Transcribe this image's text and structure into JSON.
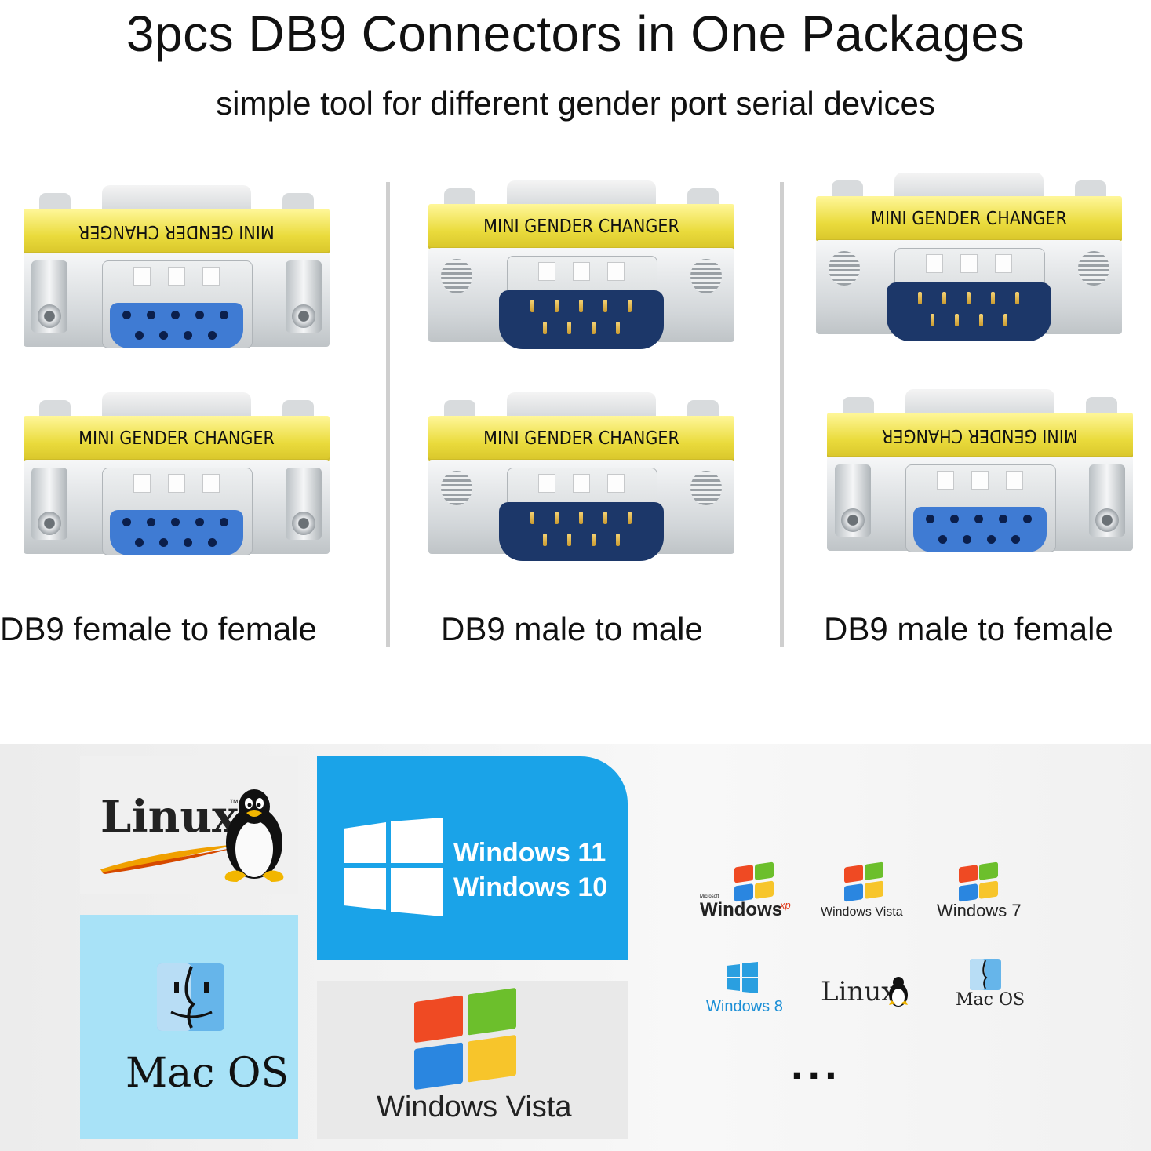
{
  "header": {
    "title": "3pcs DB9 Connectors in One Packages",
    "subtitle": "simple tool for different gender port serial devices"
  },
  "connectors": {
    "band_text": "MINI GENDER CHANGER",
    "band_color": "#f3e44a",
    "female_face_color": "#3f7bd3",
    "male_face_color": "#1c3769"
  },
  "captions": {
    "female_to_female": "DB9 female to female",
    "male_to_male": "DB9 male to male",
    "male_to_female": "DB9 male to female"
  },
  "os_tiles": {
    "linux": "Linux",
    "linux_tm": "™",
    "mac_os": "Mac OS",
    "windows_11": "Windows 11",
    "windows_10": "Windows 10",
    "windows_vista": "Windows Vista",
    "windows_tile_color": "#1aa3e8",
    "mac_tile_color": "#a8e2f7"
  },
  "os_list": {
    "xp_small": "Microsoft",
    "xp": "Windows",
    "xp_sup": "xp",
    "vista": "Windows Vista",
    "seven": "Windows 7",
    "eight": "Windows 8",
    "linux": "Linux",
    "mac": "Mac OS",
    "ellipsis": "..."
  }
}
